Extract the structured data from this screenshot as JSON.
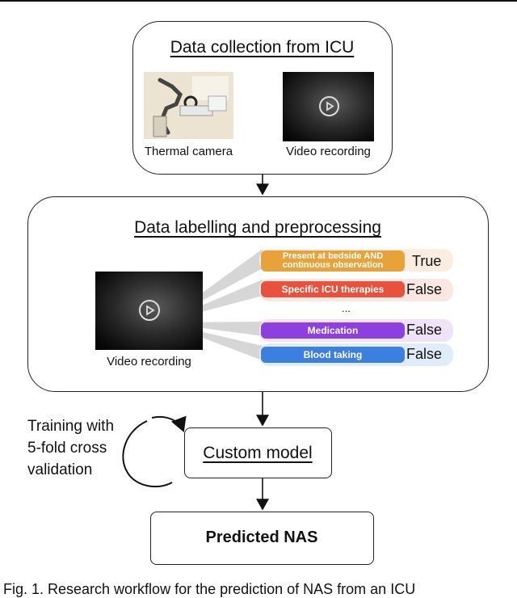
{
  "collection": {
    "title": "Data collection from ICU",
    "camera_caption": "Thermal camera",
    "video_caption": "Video recording"
  },
  "labelling": {
    "title": "Data labelling and preprocessing",
    "video_caption": "Video recording",
    "ellipsis": "...",
    "labels": [
      {
        "text": "Present at bedside AND continuous observation",
        "value": "True",
        "color": "#e8a23a",
        "bg": "#fbeee0"
      },
      {
        "text": "Specific ICU therapies",
        "value": "False",
        "color": "#e8513b",
        "bg": "#fbe6e2"
      },
      {
        "text": "Medication",
        "value": "False",
        "color": "#8e3fe0",
        "bg": "#efe3fa"
      },
      {
        "text": "Blood taking",
        "value": "False",
        "color": "#3b7fe0",
        "bg": "#e1ecfa"
      }
    ]
  },
  "training": {
    "line1": "Training with",
    "line2": "5-fold cross",
    "line3": "validation"
  },
  "model": {
    "title": "Custom model"
  },
  "output": {
    "title": "Predicted NAS"
  },
  "caption": "Fig. 1. Research workflow for the prediction of NAS from an ICU"
}
